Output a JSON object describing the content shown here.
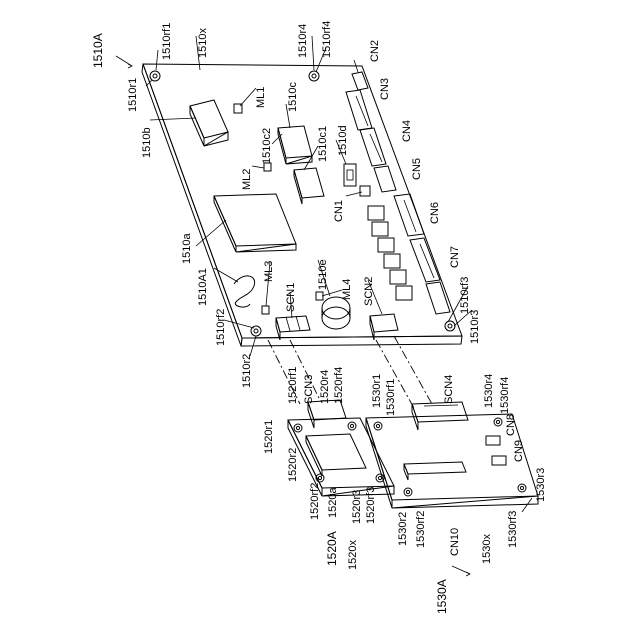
{
  "labels": {
    "board_main": "1510A",
    "board_main_x": "1510x",
    "r1": "1510r1",
    "rf1": "1510rf1",
    "r4": "1510r4",
    "rf4": "1510rf4",
    "c": "1510c",
    "c2": "1510c2",
    "c1": "1510c1",
    "d": "1510d",
    "b": "1510b",
    "a": "1510a",
    "a1": "1510A1",
    "e": "1510e",
    "rf2": "1510rf2",
    "r2": "1510r2",
    "rf3": "1510rf3",
    "r3": "1510r3",
    "ml1": "ML1",
    "ml2": "ML2",
    "ml3": "ML3",
    "ml4": "ML4",
    "cn1": "CN1",
    "cn2": "CN2",
    "cn3": "CN3",
    "cn4": "CN4",
    "cn5": "CN5",
    "cn6": "CN6",
    "cn7": "CN7",
    "scn1": "SCN1",
    "scn2": "SCN2",
    "scn3": "SCN3",
    "scn4": "SCN4",
    "b1520_rf1": "1520rf1",
    "b1520_r4": "1520r4",
    "b1520_rf4": "1520rf4",
    "b1520_r1": "1520r1",
    "b1520_r2": "1520r2",
    "b1520_rf2": "1520rf2",
    "b1520_a": "1520a",
    "b1520_r3": "1520r3",
    "b1520_rf3": "1520rf3",
    "b1520_A": "1520A",
    "b1520_x": "1520x",
    "b1530_r1": "1530r1",
    "b1530_rf1": "1530rf1",
    "b1530_r4": "1530r4",
    "b1530_rf4": "1530rf4",
    "cn8": "CN8",
    "cn9": "CN9",
    "b1530_r3": "1530r3",
    "b1530_r2": "1530r2",
    "b1530_rf2": "1530rf2",
    "cn10": "CN10",
    "b1530_x": "1530x",
    "b1530_rf3": "1530rf3",
    "b1530_A": "1530A"
  }
}
